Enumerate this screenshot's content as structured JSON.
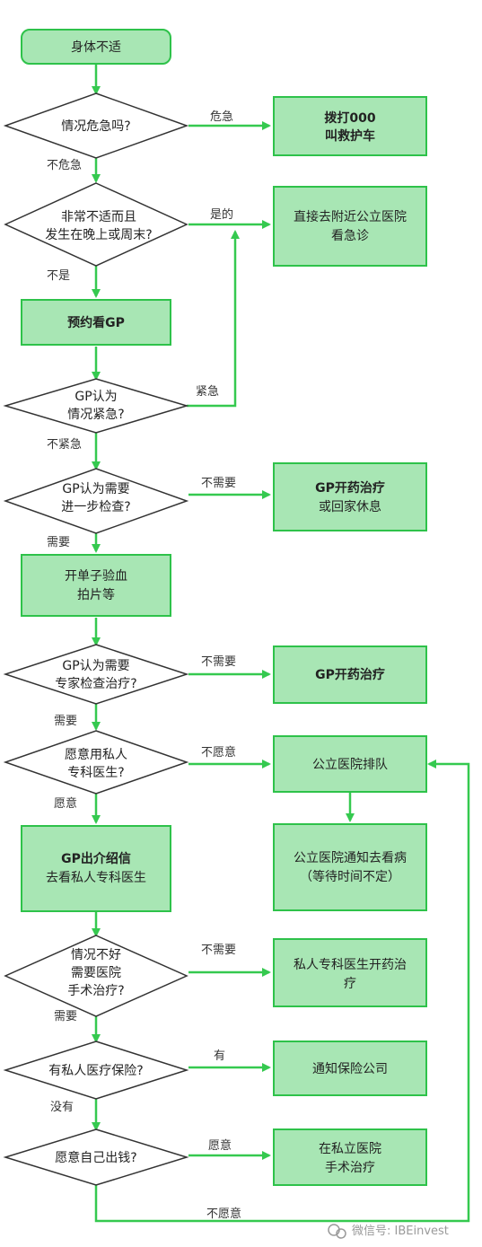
{
  "colors": {
    "box_fill": "#a8e6b4",
    "box_border": "#2ec24a",
    "arrow": "#35c94f",
    "diamond_fill": "#ffffff",
    "diamond_border": "#333333"
  },
  "nodes": {
    "start": "身体不适",
    "q_emergency": "情况危急吗?",
    "call_000": [
      "拨打000",
      "叫救护车"
    ],
    "q_night_weekend": [
      "非常不适而且",
      "发生在晚上或周末?"
    ],
    "go_public_er": [
      "直接去附近公立医院",
      "看急诊"
    ],
    "book_gp": "预约看GP",
    "q_gp_urgent": [
      "GP认为",
      "情况紧急?"
    ],
    "q_gp_further_check": [
      "GP认为需要",
      "进一步检查?"
    ],
    "gp_treat_or_rest": [
      "GP开药治疗",
      "或回家休息"
    ],
    "blood_xray": [
      "开单子验血",
      "拍片等"
    ],
    "q_specialist": [
      "GP认为需要",
      "专家检查治疗?"
    ],
    "gp_treat": "GP开药治疗",
    "q_private_specialist": [
      "愿意用私人",
      "专科医生?"
    ],
    "public_queue": "公立医院排队",
    "gp_referral": [
      "GP出介绍信",
      "去看私人专科医生"
    ],
    "public_notice": [
      "公立医院通知去看病",
      "（等待时间不定）"
    ],
    "q_surgery": [
      "情况不好",
      "需要医院",
      "手术治疗?"
    ],
    "private_specialist_treat": [
      "私人专科医生开药治",
      "疗"
    ],
    "q_insurance": "有私人医疗保险?",
    "notify_insurer": "通知保险公司",
    "q_self_pay": "愿意自己出钱?",
    "private_hospital_surgery": [
      "在私立医院",
      "手术治疗"
    ]
  },
  "edge_labels": {
    "emergency_yes": "危急",
    "emergency_no": "不危急",
    "night_yes": "是的",
    "night_no": "不是",
    "gp_urgent_yes": "紧急",
    "gp_urgent_no": "不紧急",
    "further_no": "不需要",
    "further_yes": "需要",
    "specialist_no": "不需要",
    "specialist_yes": "需要",
    "private_no": "不愿意",
    "private_yes": "愿意",
    "surgery_no": "不需要",
    "surgery_yes": "需要",
    "insurance_yes": "有",
    "insurance_no": "没有",
    "self_pay_yes": "愿意",
    "self_pay_no": "不愿意"
  },
  "watermark": "微信号: IBEinvest"
}
